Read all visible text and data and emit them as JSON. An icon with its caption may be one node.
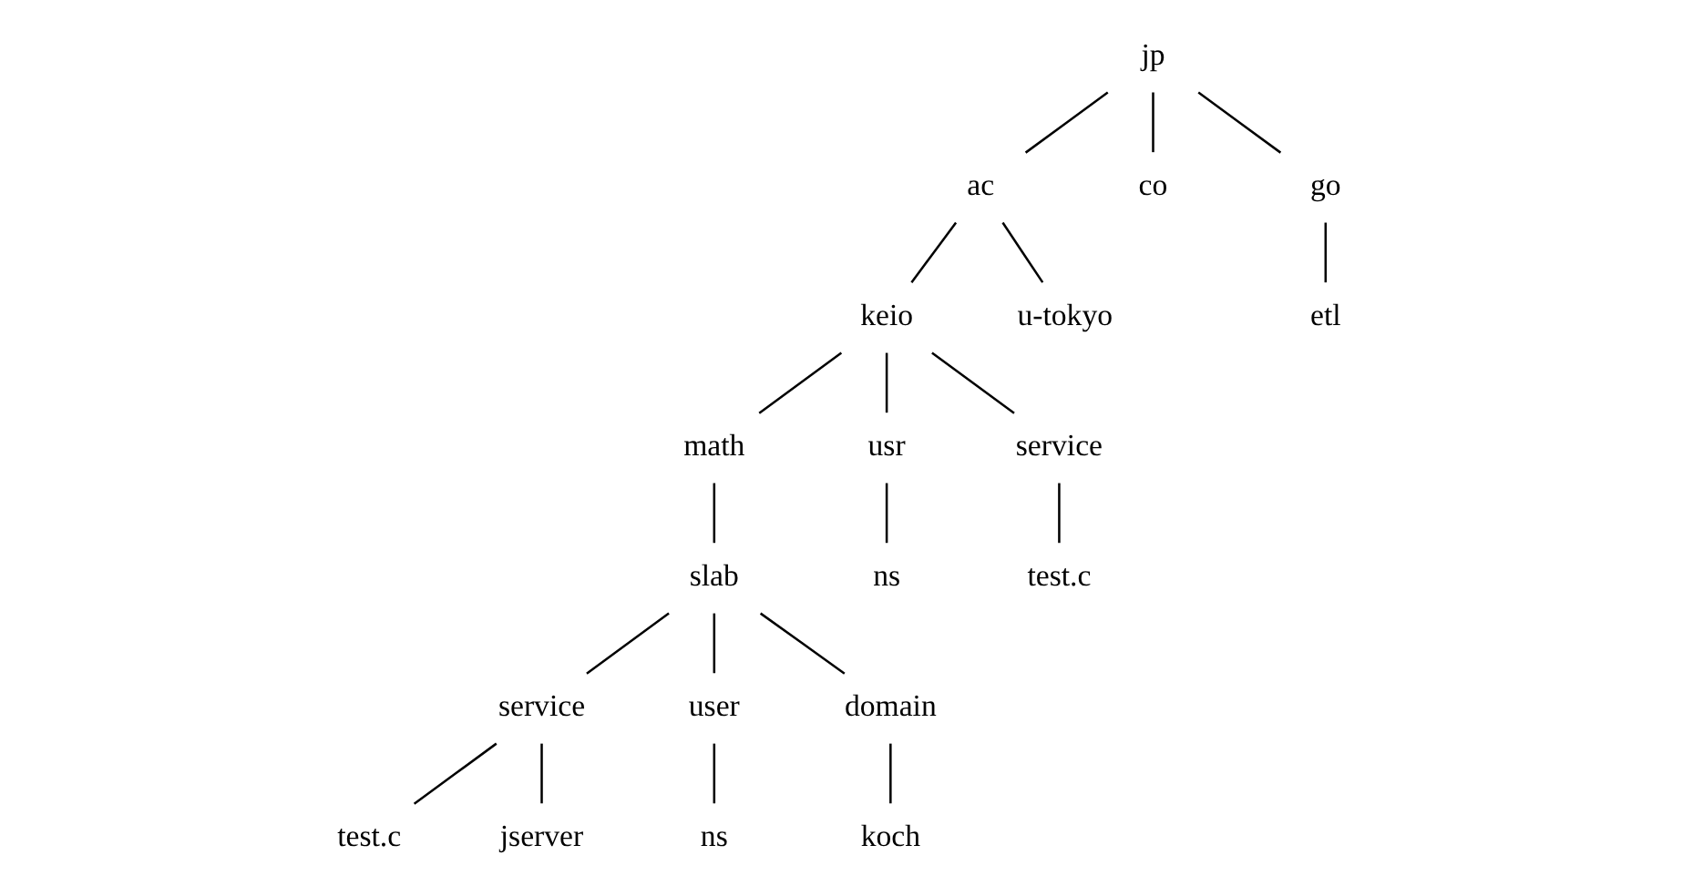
{
  "diagram": {
    "nodes": [
      {
        "text": [
          "jp"
        ]
      },
      {
        "text": [
          "ac"
        ]
      },
      {
        "text": [
          "co"
        ]
      },
      {
        "text": [
          "go"
        ]
      },
      {
        "text": [
          "keio"
        ]
      },
      {
        "text": [
          "u-tokyo"
        ]
      },
      {
        "text": [
          "etl"
        ]
      },
      {
        "text": [
          "math"
        ]
      },
      {
        "text": [
          "usr"
        ]
      },
      {
        "text": [
          "service"
        ]
      },
      {
        "text": [
          "slab"
        ]
      },
      {
        "text": [
          "ns"
        ]
      },
      {
        "text": [
          "test.c"
        ]
      },
      {
        "text": [
          "service"
        ]
      },
      {
        "text": [
          "user"
        ]
      },
      {
        "text": [
          "domain"
        ]
      },
      {
        "text": [
          "test.c"
        ]
      },
      {
        "text": [
          "jserver"
        ]
      },
      {
        "text": [
          "ns"
        ]
      },
      {
        "text": [
          "koch"
        ]
      }
    ],
    "edges": [
      {
        "from": 0,
        "to": 1,
        "arrow": "none"
      },
      {
        "from": 0,
        "to": 2,
        "arrow": "none"
      },
      {
        "from": 0,
        "to": 3,
        "arrow": "none"
      },
      {
        "from": 1,
        "to": 4,
        "arrow": "none"
      },
      {
        "from": 1,
        "to": 5,
        "arrow": "none"
      },
      {
        "from": 3,
        "to": 6,
        "arrow": "none"
      },
      {
        "from": 4,
        "to": 7,
        "arrow": "none"
      },
      {
        "from": 4,
        "to": 8,
        "arrow": "none"
      },
      {
        "from": 4,
        "to": 9,
        "arrow": "none"
      },
      {
        "from": 7,
        "to": 10,
        "arrow": "none"
      },
      {
        "from": 8,
        "to": 11,
        "arrow": "none"
      },
      {
        "from": 9,
        "to": 12,
        "arrow": "none"
      },
      {
        "from": 10,
        "to": 13,
        "arrow": "none"
      },
      {
        "from": 10,
        "to": 14,
        "arrow": "none"
      },
      {
        "from": 10,
        "to": 15,
        "arrow": "none"
      },
      {
        "from": 13,
        "to": 16,
        "arrow": "none"
      },
      {
        "from": 13,
        "to": 17,
        "arrow": "none"
      },
      {
        "from": 14,
        "to": 18,
        "arrow": "none"
      },
      {
        "from": 15,
        "to": 19,
        "arrow": "none"
      }
    ]
  }
}
